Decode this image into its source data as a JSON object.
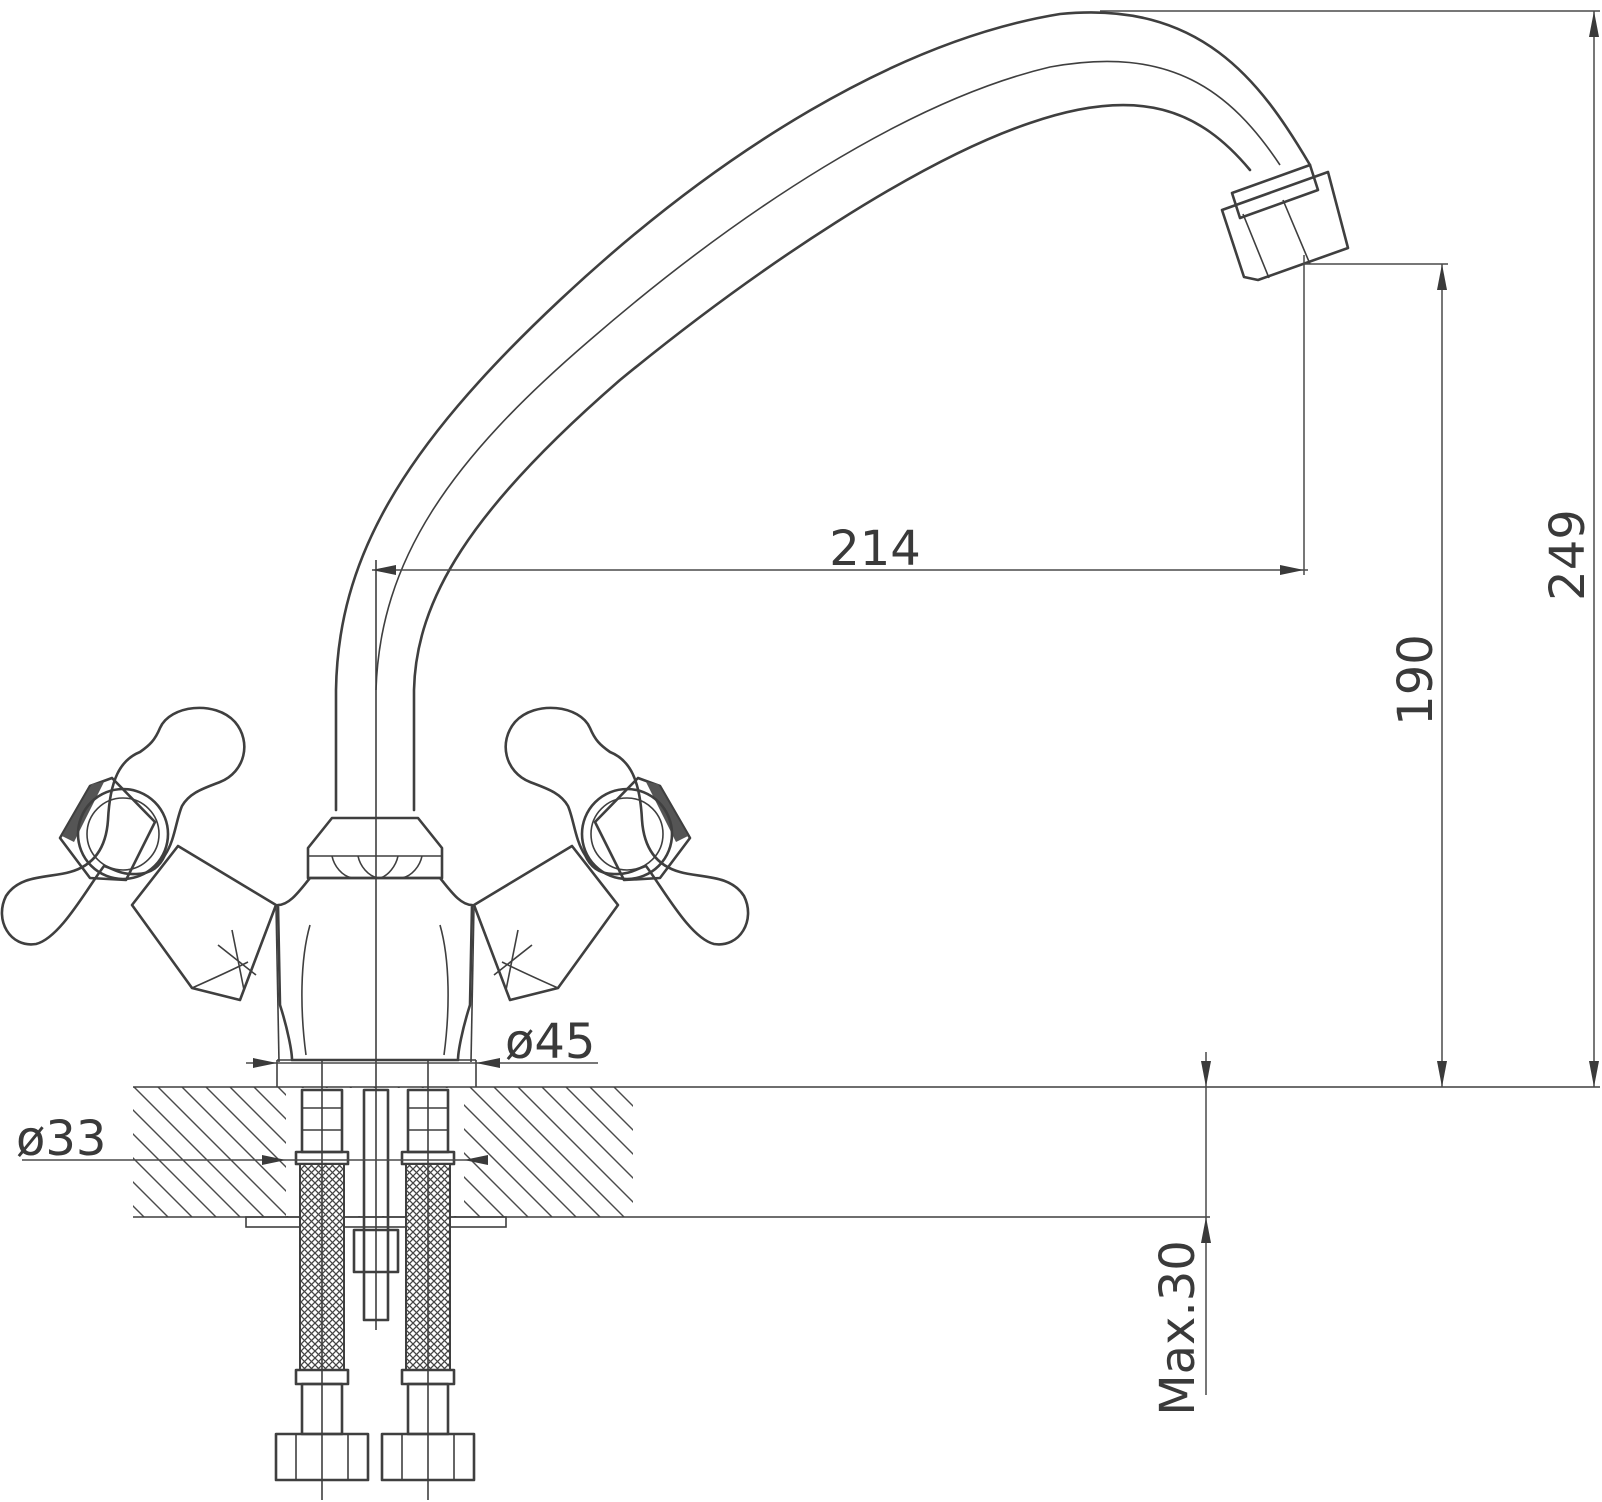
{
  "dimensions": {
    "spout_reach": "214",
    "spout_outlet_height": "190",
    "total_height": "249",
    "base_diameter": "ø45",
    "hole_diameter": "ø33",
    "max_counter_thickness": "Max.30"
  },
  "colors": {
    "line": "#3f3f3f",
    "background": "#ffffff"
  }
}
